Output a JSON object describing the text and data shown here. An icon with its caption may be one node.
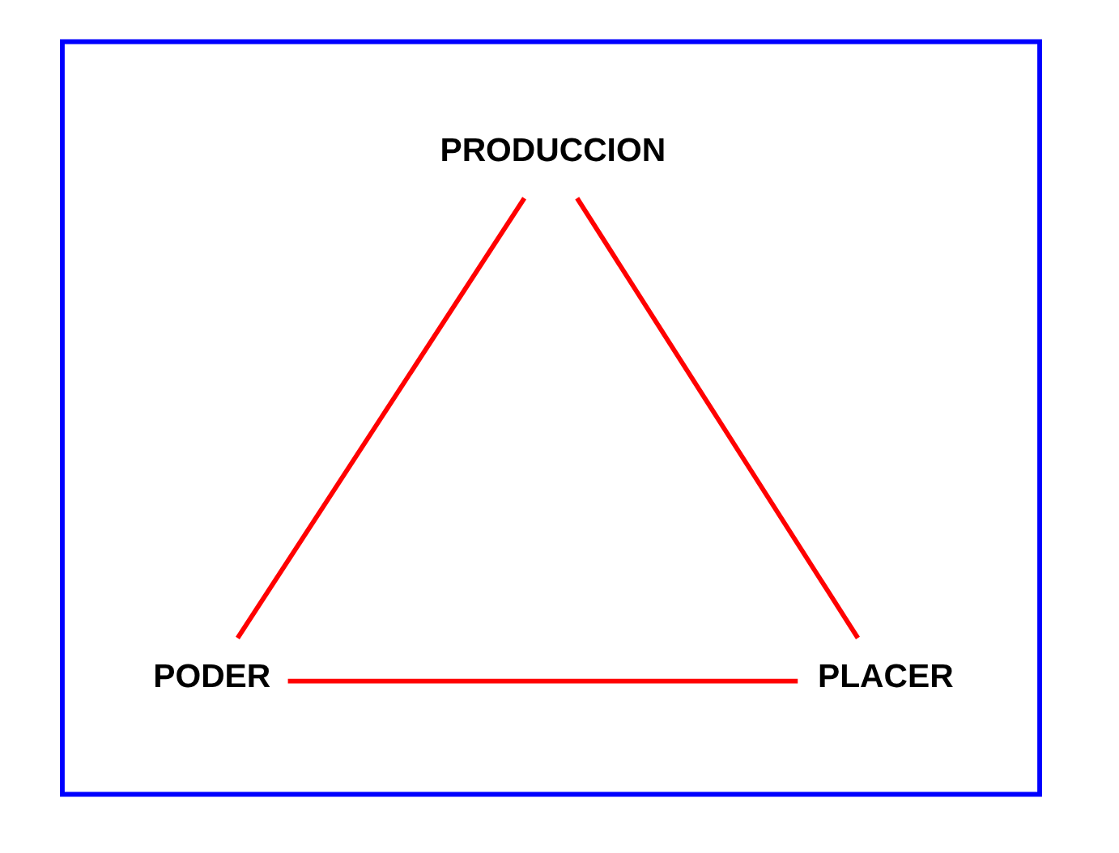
{
  "diagram": {
    "nodes": [
      {
        "text": [],
        "shape": "box"
      },
      {
        "text": [
          "PRODUCCION"
        ],
        "in": 0
      },
      {
        "text": [
          "PODER"
        ],
        "in": 0
      },
      {
        "text": [
          "PLACER"
        ],
        "in": 0
      }
    ],
    "edges": [
      {
        "from": 1,
        "to": 2,
        "arrow": "none"
      },
      {
        "from": 2,
        "to": 3,
        "arrow": "none"
      },
      {
        "from": 3,
        "to": 1,
        "arrow": "none"
      }
    ]
  }
}
